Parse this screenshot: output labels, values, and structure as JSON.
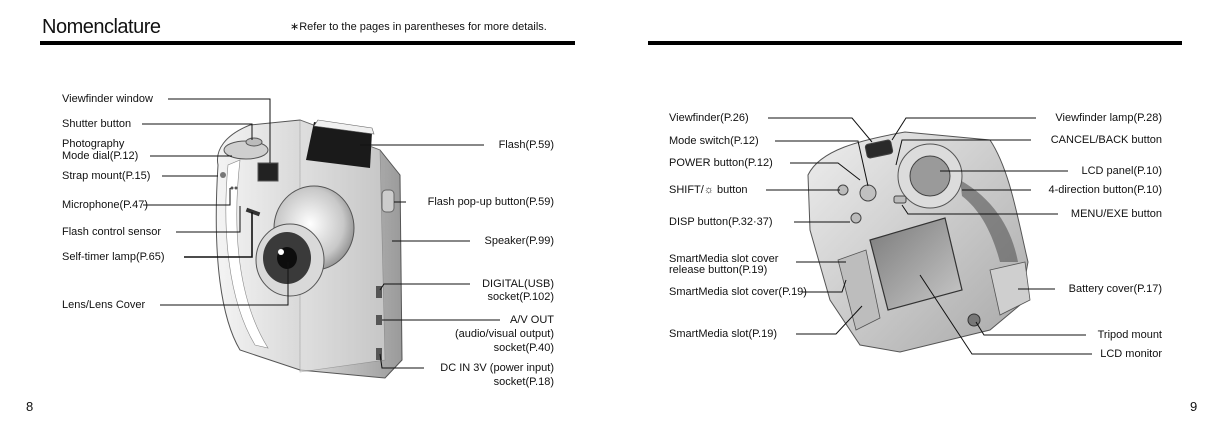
{
  "left_page": {
    "title": "Nomenclature",
    "note": "∗Refer to the pages in parentheses for more details.",
    "page_number": "8",
    "labels_left": [
      "Viewfinder window",
      "Shutter button",
      "Photography",
      "Mode dial(P.12)",
      "Strap mount(P.15)",
      "Microphone(P.47)",
      "Flash control sensor",
      "Self-timer lamp(P.65)",
      "Lens/Lens Cover"
    ],
    "labels_right": [
      "Flash(P.59)",
      "Flash pop-up button(P.59)",
      "Speaker(P.99)",
      "DIGITAL(USB)",
      "socket(P.102)",
      "A/V OUT",
      "(audio/visual output)",
      "socket(P.40)",
      "DC IN 3V (power input)",
      "socket(P.18)"
    ]
  },
  "right_page": {
    "page_number": "9",
    "labels_left": [
      "Viewfinder(P.26)",
      "Mode switch(P.12)",
      "POWER button(P.12)",
      "SHIFT/☼ button",
      "DISP button(P.32·37)",
      "SmartMedia slot cover",
      "release button(P.19)",
      "SmartMedia slot cover(P.19)",
      "SmartMedia slot(P.19)"
    ],
    "labels_right": [
      "Viewfinder lamp(P.28)",
      "CANCEL/BACK button",
      "LCD panel(P.10)",
      "4-direction button(P.10)",
      "MENU/EXE button",
      "Battery cover(P.17)",
      "Tripod mount",
      "LCD monitor"
    ]
  }
}
